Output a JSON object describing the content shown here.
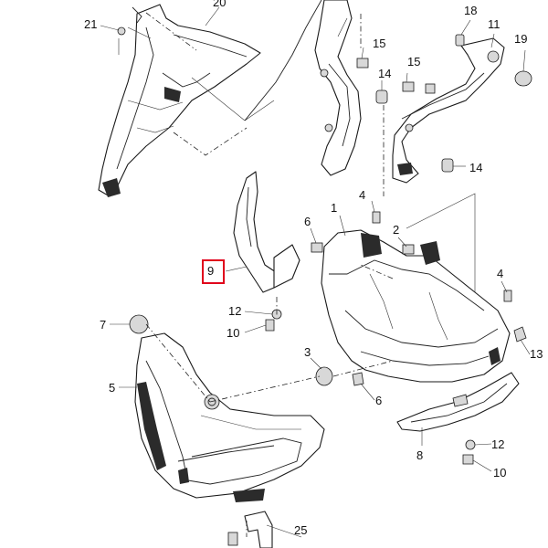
{
  "diagram": {
    "callouts": [
      {
        "id": "c21",
        "label": "21"
      },
      {
        "id": "c20",
        "label": "20"
      },
      {
        "id": "c18",
        "label": "18"
      },
      {
        "id": "c11",
        "label": "11"
      },
      {
        "id": "c19",
        "label": "19"
      },
      {
        "id": "c15a",
        "label": "15"
      },
      {
        "id": "c14a",
        "label": "14"
      },
      {
        "id": "c15b",
        "label": "15"
      },
      {
        "id": "c14b",
        "label": "14"
      },
      {
        "id": "c4a",
        "label": "4"
      },
      {
        "id": "c1",
        "label": "1"
      },
      {
        "id": "c6a",
        "label": "6"
      },
      {
        "id": "c2",
        "label": "2"
      },
      {
        "id": "c9",
        "label": "9"
      },
      {
        "id": "c4b",
        "label": "4"
      },
      {
        "id": "c12a",
        "label": "12"
      },
      {
        "id": "c7",
        "label": "7"
      },
      {
        "id": "c10a",
        "label": "10"
      },
      {
        "id": "c13",
        "label": "13"
      },
      {
        "id": "c3",
        "label": "3"
      },
      {
        "id": "c5",
        "label": "5"
      },
      {
        "id": "c6b",
        "label": "6"
      },
      {
        "id": "c8",
        "label": "8"
      },
      {
        "id": "c12b",
        "label": "12"
      },
      {
        "id": "c10b",
        "label": "10"
      },
      {
        "id": "c25",
        "label": "25"
      }
    ],
    "highlighted_callout": "9"
  }
}
